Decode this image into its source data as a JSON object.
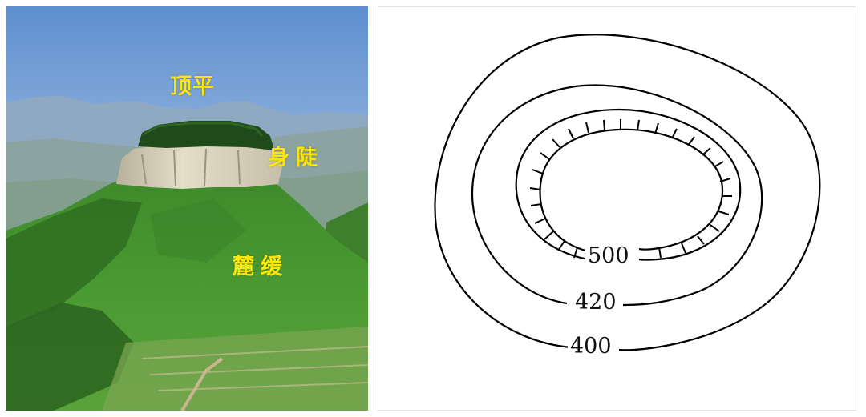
{
  "photo": {
    "labels": {
      "flat_top": "顶平",
      "steep_body": "身陡",
      "gentle_foot": "麓缓"
    }
  },
  "contour_map": {
    "contour_labels": {
      "inner": "500",
      "middle": "420",
      "outer": "400"
    },
    "line_color": "#000000"
  }
}
